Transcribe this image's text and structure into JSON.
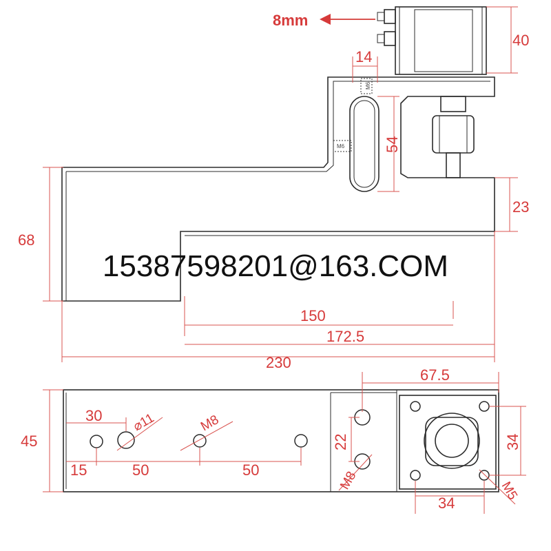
{
  "watermark": "15387598201@163.COM",
  "dims": {
    "stroke": "8mm",
    "cyl_h": "40",
    "slot_w": "14",
    "m6a": "M6",
    "m6b": "M6",
    "slot_h": "54",
    "base_h": "68",
    "foot_h": "23",
    "len150": "150",
    "len172": "172.5",
    "len230": "230",
    "w45": "45",
    "d30": "30",
    "d11": "⌀11",
    "m8a": "M8",
    "d15": "15",
    "d50a": "50",
    "d50b": "50",
    "d22": "22",
    "m8b": "M8",
    "d675": "67.5",
    "d34v": "34",
    "d34h": "34",
    "m5": "M5"
  },
  "colors": {
    "dimension": "#d63a3a",
    "outline": "#2b2b2b"
  }
}
